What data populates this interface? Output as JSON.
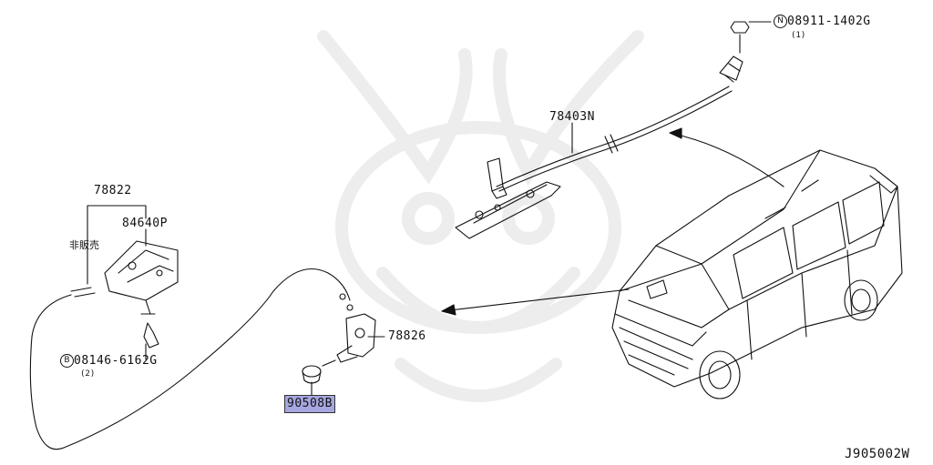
{
  "parts": {
    "p08911": {
      "code": "08911-1402G",
      "prefix": "N",
      "qty": "(1)"
    },
    "p78403": {
      "code": "78403N"
    },
    "p78822": {
      "code": "78822"
    },
    "p84640": {
      "code": "84640P"
    },
    "not_for_sale": "非販売",
    "p08146": {
      "code": "08146-6162G",
      "prefix": "B",
      "qty": "(2)"
    },
    "p78826": {
      "code": "78826"
    },
    "p90508": {
      "code": "90508B"
    }
  },
  "diagram_id": "J905002W",
  "colors": {
    "highlight": "#a6a6e0",
    "line": "#111111",
    "watermark": "#efefef"
  }
}
